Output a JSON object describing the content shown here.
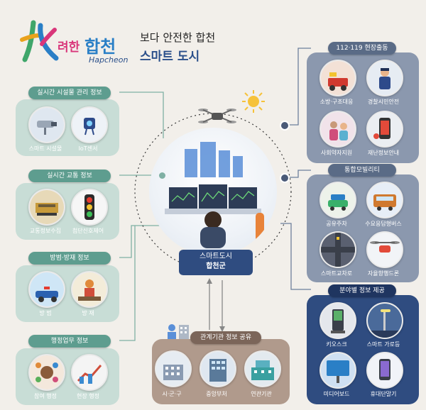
{
  "logo": {
    "brand_text": "려한",
    "brand_main": "합천",
    "brand_en": "Hapcheon"
  },
  "tagline": {
    "line1": "보다 안전한 합천",
    "line2": "스마트 도시"
  },
  "center": {
    "line1": "스마트도시",
    "line2": "합천군"
  },
  "left_sections": [
    {
      "title": "실시간 시설물 관리 정보",
      "items": [
        "스마트 시설물",
        "IoT센서"
      ]
    },
    {
      "title": "실시간 교통 정보",
      "items": [
        "교통정보수집",
        "첨단신호제어"
      ]
    },
    {
      "title": "방범·방재 정보",
      "items": [
        "방 범",
        "방 재"
      ]
    },
    {
      "title": "행정업무 정보",
      "items": [
        "참여 행정",
        "현장 행정"
      ]
    }
  ],
  "right_sections": [
    {
      "title": "112·119 현장출동",
      "items": [
        "소방·구조대응",
        "경찰시민안전",
        "사회약자지원",
        "재난정보안내"
      ]
    },
    {
      "title": "통합모빌리티",
      "items": [
        "공유주차",
        "수요응답형버스",
        "스마트교차로",
        "자율항행드론"
      ]
    },
    {
      "title": "분야별 정보 제공",
      "items": [
        "키오스크",
        "스마트 가로등",
        "미디어보드",
        "휴대단말기"
      ]
    }
  ],
  "bottom_section": {
    "title": "관계기관 정보 공유",
    "items": [
      "시·군·구",
      "중앙부처",
      "연관기관"
    ]
  },
  "colors": {
    "teal": "#5e9d8f",
    "left_panel": "#c8ddd6",
    "slate": "#5a6b86",
    "right_panel": "#8b98ae",
    "navy": "#2f4c80",
    "bottom_panel": "#b09a8c",
    "bottom_pill": "#7b6559"
  }
}
